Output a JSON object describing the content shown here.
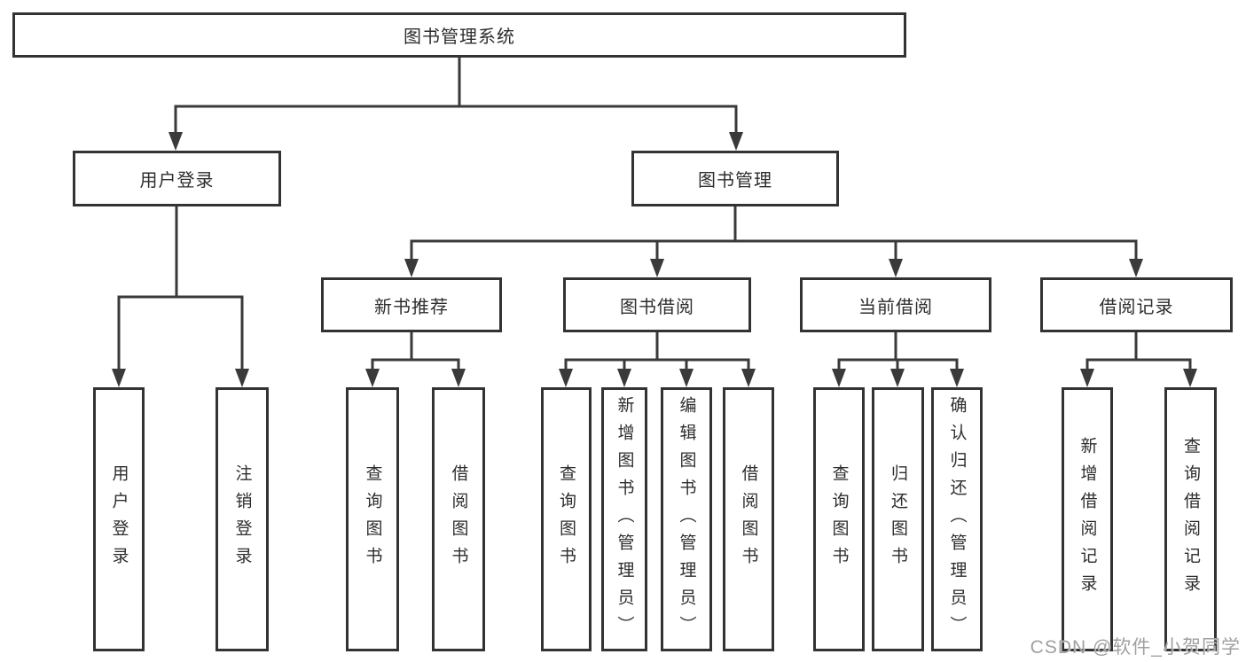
{
  "diagram": {
    "root": "图书管理系统",
    "level2": {
      "user_login": "用户登录",
      "book_mgmt": "图书管理"
    },
    "level3": {
      "new_book_rec": "新书推荐",
      "book_borrow": "图书借阅",
      "current_borrow": "当前借阅",
      "borrow_record": "借阅记录"
    },
    "leaves": {
      "user_login": "用户登录",
      "logout": "注销登录",
      "rec_query_books": "查询图书",
      "rec_borrow_books": "借阅图书",
      "bor_query_books": "查询图书",
      "bor_add_books_admin": "新增图书（管理员）",
      "bor_edit_books_admin": "编辑图书（管理员）",
      "bor_borrow_books": "借阅图书",
      "cur_query_books": "查询图书",
      "cur_return_books": "归还图书",
      "cur_confirm_return_admin": "确认归还（管理员）",
      "hist_add_record": "新增借阅记录",
      "hist_query_record": "查询借阅记录"
    }
  },
  "colors": {
    "line": "#3a3a3a",
    "border": "#333333",
    "text": "#2d2d2d",
    "watermark": "#a0a0a0"
  },
  "watermark": "CSDN @软件_小贺同学"
}
